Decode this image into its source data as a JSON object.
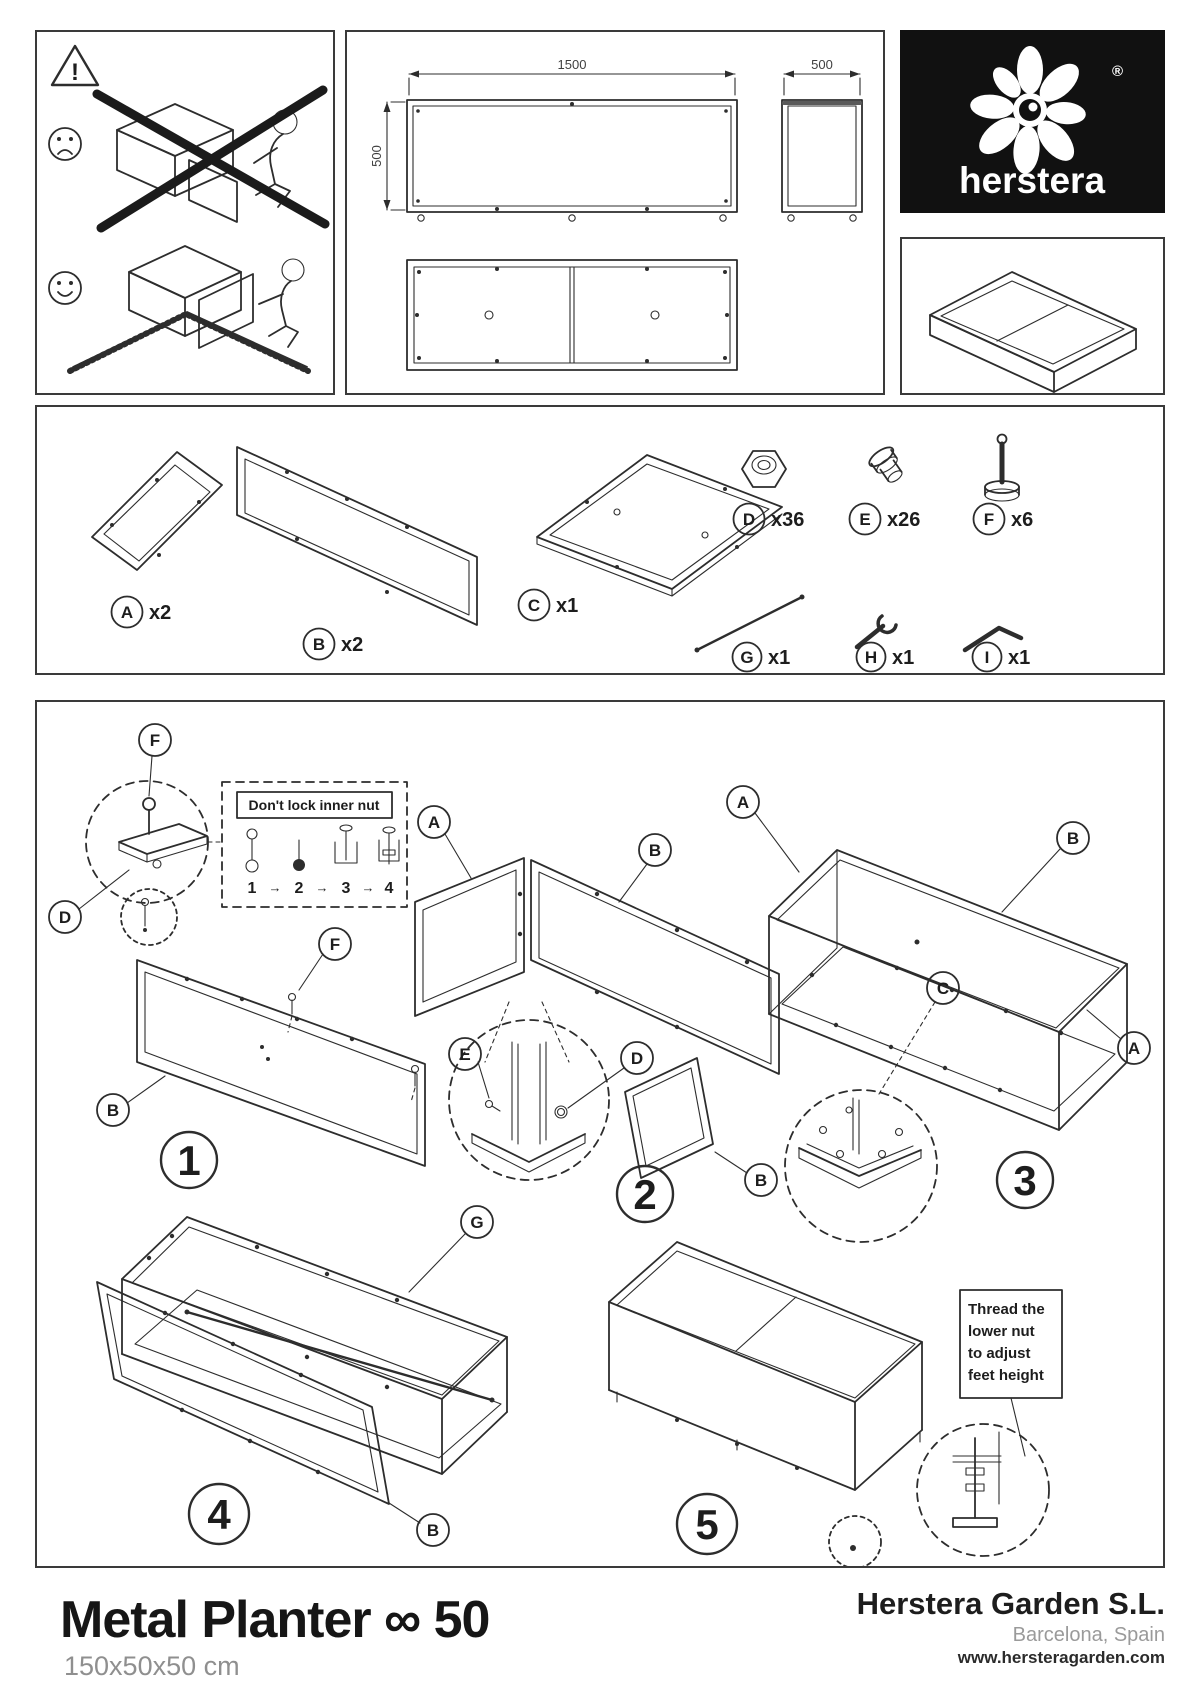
{
  "brand": {
    "name": "herstera",
    "registered": "®"
  },
  "dimensions": {
    "length": "1500",
    "height": "500",
    "depth": "500"
  },
  "parts": [
    {
      "id": "A",
      "qty": "x2"
    },
    {
      "id": "B",
      "qty": "x2"
    },
    {
      "id": "C",
      "qty": "x1"
    },
    {
      "id": "D",
      "qty": "x36"
    },
    {
      "id": "E",
      "qty": "x26"
    },
    {
      "id": "F",
      "qty": "x6"
    },
    {
      "id": "G",
      "qty": "x1"
    },
    {
      "id": "H",
      "qty": "x1"
    },
    {
      "id": "I",
      "qty": "x1"
    }
  ],
  "callouts": {
    "a": "A",
    "b": "B",
    "c": "C",
    "d": "D",
    "e": "E",
    "f": "F",
    "g": "G"
  },
  "steps": {
    "s1": "1",
    "s2": "2",
    "s3": "3",
    "s4": "4",
    "s5": "5"
  },
  "notes": {
    "dont_lock": "Don't lock inner nut",
    "sequence": [
      "1",
      "2",
      "3",
      "4"
    ],
    "seq_arrow": "→",
    "thread_lines": [
      "Thread the",
      "lower nut",
      "to adjust",
      "feet height"
    ]
  },
  "footer": {
    "product": "Metal Planter ∞ 50",
    "size": "150x50x50 cm",
    "company": "Herstera Garden S.L.",
    "location": "Barcelona, Spain",
    "website": "www.hersteragarden.com"
  }
}
